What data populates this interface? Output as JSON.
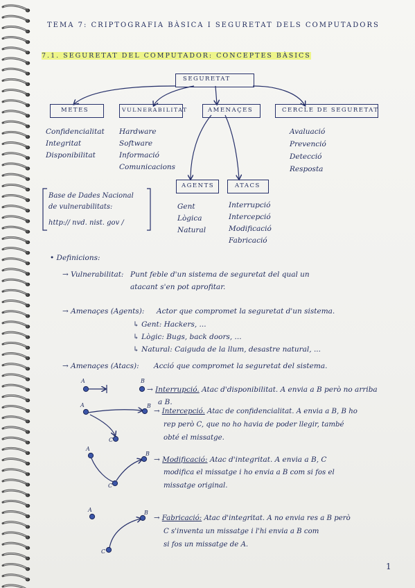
{
  "title": "TEMA 7: CRIPTOGRAFIA BÀSICA I SEGURETAT DELS COMPUTADORS",
  "section": "7.1. SEGURETAT DEL COMPUTADOR: CONCEPTES BÀSICS",
  "diagram": {
    "root": "SEGURETAT",
    "metes": {
      "label": "METES",
      "items": [
        "Confidencialitat",
        "Integritat",
        "Disponibilitat"
      ]
    },
    "vulnerabilitat": {
      "label": "VULNERABILITAT",
      "items": [
        "Hardware",
        "Software",
        "Informació",
        "Comunicacions"
      ]
    },
    "amenaces": {
      "label": "AMENAÇES"
    },
    "cercle": {
      "label": "CERCLE DE SEGURETAT",
      "items": [
        "Avaluació",
        "Prevenció",
        "Detecció",
        "Resposta"
      ]
    },
    "agents": {
      "label": "AGENTS",
      "items": [
        "Gent",
        "Lògica",
        "Natural"
      ]
    },
    "atacs": {
      "label": "ATACS",
      "items": [
        "Interrupció",
        "Intercepció",
        "Modificació",
        "Fabricació"
      ]
    },
    "database_lines": [
      "Base de Dades Nacional",
      "de vulnerabilitats:",
      "http:// nvd. nist. gov /"
    ]
  },
  "defs_title": "• Definicions:",
  "vuln_def": {
    "term": "→ Vulnerabilitat:",
    "lines": [
      "Punt feble d'un sistema de seguretat del qual un",
      "atacant s'en pot aprofitar."
    ]
  },
  "amen_agents": {
    "term": "→ Amenaçes (Agents):",
    "text": "Actor que compromet la seguretat d'un sistema.",
    "subs": [
      "↳ Gent: Hackers, ...",
      "↳ Lògic: Bugs, back doors, ...",
      "↳ Natural: Caiguda de la llum, desastre natural, ..."
    ]
  },
  "amen_atacs": {
    "term": "→ Amenaçes (Atacs):",
    "text": "Acció que compromet la seguretat del sistema."
  },
  "attacks": [
    {
      "name": "Interrupció.",
      "lines": [
        "Atac d'disponibilitat. A envia a B però no arriba",
        "a B."
      ]
    },
    {
      "name": "Intercepció.",
      "lines": [
        "Atac de confidencialitat. A envia a B, B ho",
        "rep però C, que no ho havia de poder llegir, també",
        "obté el missatge."
      ]
    },
    {
      "name": "Modificació:",
      "lines": [
        "Atac d'integritat. A envia a B, C",
        "modifica el missatge i ho envia a B com si fos el",
        "missatge original."
      ]
    },
    {
      "name": "Fabricació:",
      "lines": [
        "Atac d'integritat. A no envia res a B però",
        "C s'inventa un missatge i l'hi envia a B com",
        "si fos un missatge de A."
      ]
    }
  ],
  "node_labels": {
    "a": "A",
    "b": "B",
    "c": "C"
  },
  "page_number": "1",
  "colors": {
    "ink": "#1f2a5c",
    "highlight": "#ecf478",
    "paper": "#f4f4f1"
  }
}
